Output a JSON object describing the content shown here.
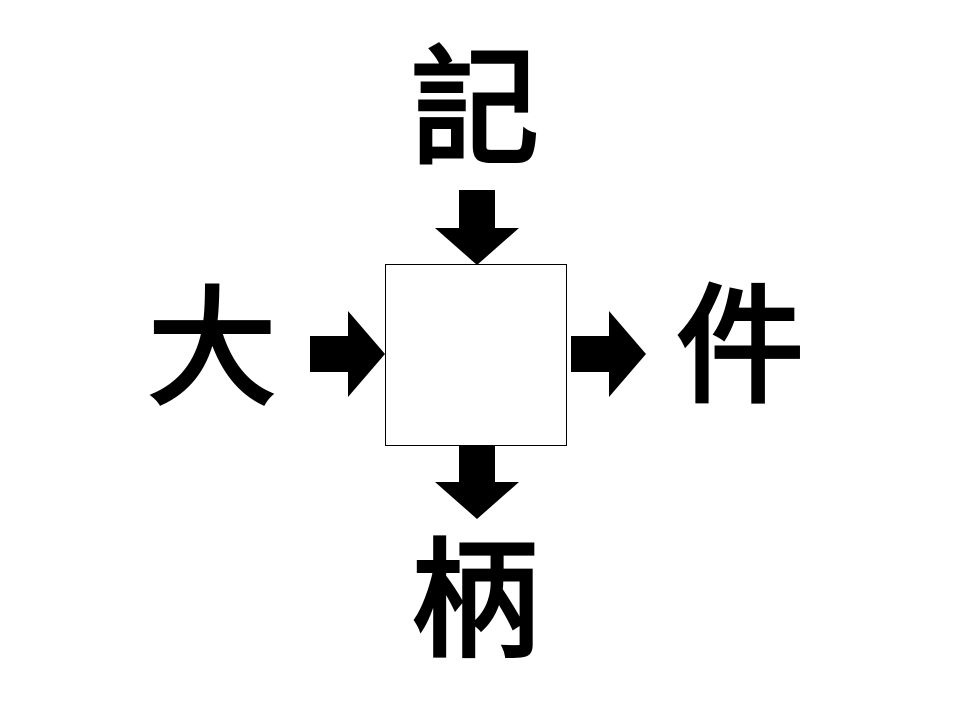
{
  "puzzle": {
    "top_kanji": "記",
    "left_kanji": "大",
    "right_kanji": "件",
    "bottom_kanji": "柄",
    "answer": ""
  },
  "colors": {
    "ink": "#000000",
    "background": "#ffffff"
  },
  "icons": {
    "top_arrow": "arrow-down-icon",
    "left_arrow": "arrow-right-icon",
    "right_arrow": "arrow-right-icon",
    "bottom_arrow": "arrow-down-icon"
  }
}
